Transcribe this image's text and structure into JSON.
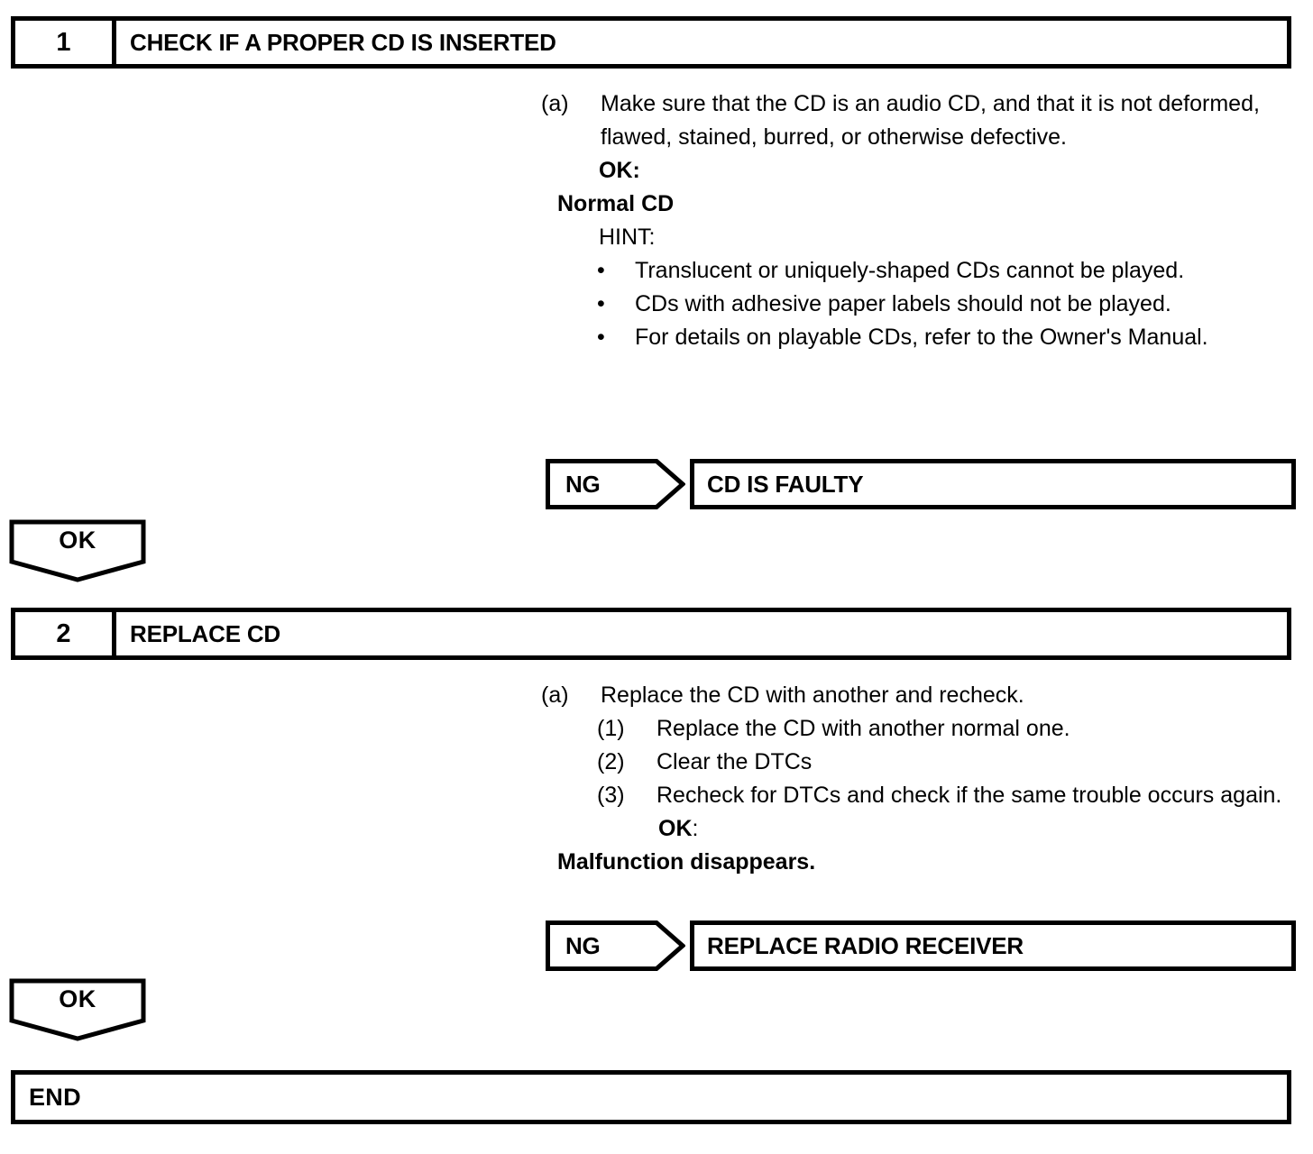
{
  "steps": [
    {
      "number": "1",
      "title": "CHECK IF A PROPER CD IS INSERTED",
      "item_marker": "(a)",
      "item_text": "Make sure that the CD is an audio CD, and that it is not deformed, flawed, stained, burred, or otherwise defective.",
      "ok_label": "OK:",
      "ok_value": "Normal CD",
      "hint_label": "HINT:",
      "hint_bullet_marker": "•",
      "hints": [
        "Translucent or uniquely-shaped CDs cannot be played.",
        "CDs with adhesive paper labels should not be played.",
        "For details on playable CDs, refer to the Owner's Manual."
      ],
      "ng_label": "NG",
      "ng_result": "CD IS FAULTY",
      "ok_arrow_label": "OK"
    },
    {
      "number": "2",
      "title": "REPLACE CD",
      "item_marker": "(a)",
      "item_text": "Replace the CD with another and recheck.",
      "substeps": [
        {
          "marker": "(1)",
          "text": "Replace the CD with another normal one."
        },
        {
          "marker": "(2)",
          "text": "Clear the DTCs"
        },
        {
          "marker": "(3)",
          "text": "Recheck for DTCs and check if the same trouble occurs again."
        }
      ],
      "ok_label_bold": "OK",
      "ok_label_colon": ":",
      "ok_value": "Malfunction disappears.",
      "ng_label": "NG",
      "ng_result": "REPLACE RADIO RECEIVER",
      "ok_arrow_label": "OK"
    }
  ],
  "end": {
    "label": "END"
  },
  "colors": {
    "line": "#000000",
    "background": "#ffffff",
    "text": "#000000"
  }
}
